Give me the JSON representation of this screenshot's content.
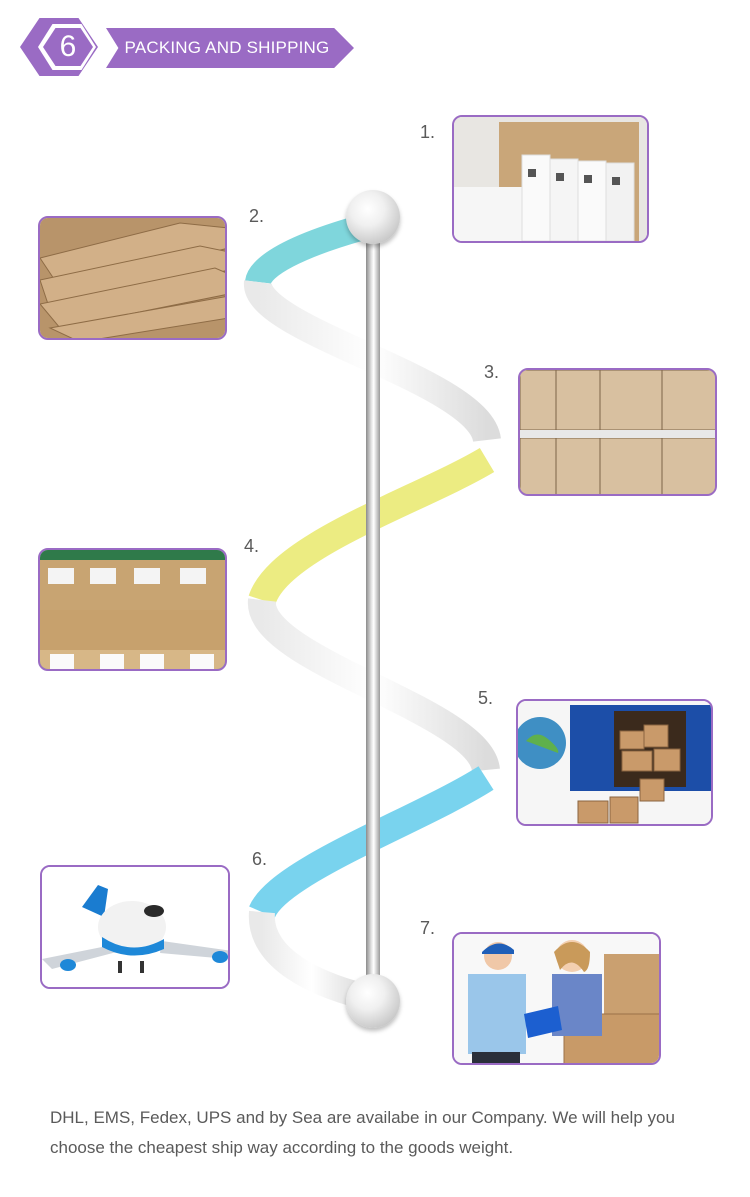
{
  "header": {
    "number": "6",
    "title": "PACKING AND SHIPPING"
  },
  "steps": [
    {
      "label": "1.",
      "image": "boxed-products-in-carton"
    },
    {
      "label": "2.",
      "image": "carton-dividers"
    },
    {
      "label": "3.",
      "image": "stacked-cartons"
    },
    {
      "label": "4.",
      "image": "warehouse-packing-line"
    },
    {
      "label": "5.",
      "image": "truck-loading"
    },
    {
      "label": "6.",
      "image": "airplane"
    },
    {
      "label": "7.",
      "image": "courier-delivery"
    }
  ],
  "colors": {
    "accent": "#9a6bc4",
    "ribbon_cyan": "#7fd6dc",
    "ribbon_yellow": "#ecec82",
    "ribbon_blue": "#79d3ee"
  },
  "footer": {
    "text": "DHL, EMS, Fedex, UPS and by Sea are availabe in our Company. We will help you choose the cheapest ship way according to the goods weight."
  }
}
